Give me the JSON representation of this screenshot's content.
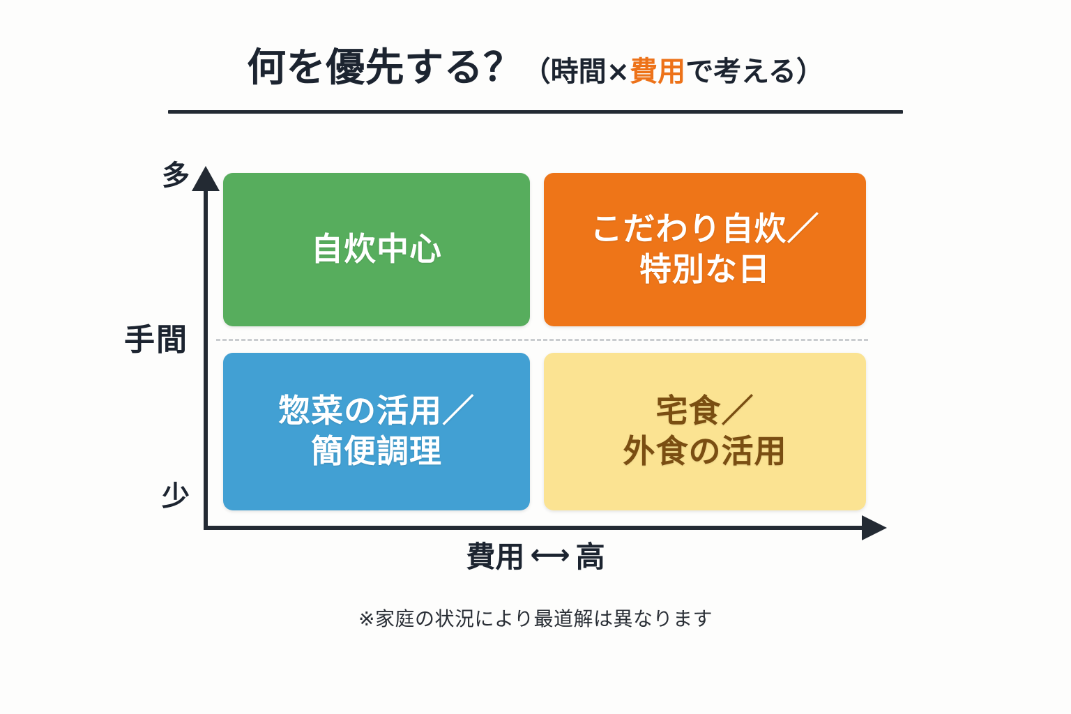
{
  "title": {
    "main": "何を優先する？",
    "sub_open": "（時間×",
    "sub_accent": "費用",
    "sub_close": "で考える）",
    "accent_color": "#ED7219",
    "rule_color": "#232A33"
  },
  "axes": {
    "y_top_label": "多",
    "y_mid_label": "手間",
    "y_bottom_label": "少",
    "x_label_left": "費用",
    "x_arrow": "⟷",
    "x_label_right": "高",
    "axis_color": "#232A33",
    "divider_style": "dashed",
    "divider_color": "#C9CCCF"
  },
  "quadrants": [
    {
      "id": "top-left",
      "name": "high-effort-low-cost",
      "label": "自炊中心",
      "bg": "#57AD5D",
      "fg": "#FFFFFF"
    },
    {
      "id": "top-right",
      "name": "high-effort-high-cost",
      "label": "こだわり自炊／\n特別な日",
      "bg": "#EE7518",
      "fg": "#FFFFFF"
    },
    {
      "id": "bottom-left",
      "name": "low-effort-low-cost",
      "label": "惣菜の活用／\n簡便調理",
      "bg": "#42A0D3",
      "fg": "#FFFFFF"
    },
    {
      "id": "bottom-right",
      "name": "low-effort-high-cost",
      "label": "宅食／\n外食の活用",
      "bg": "#FBE392",
      "fg": "#7A4E12"
    }
  ],
  "footnote": "※家庭の状況により最道解は異なります",
  "chart_data": {
    "type": "scatter",
    "title": "何を優先する？（時間×費用で考える）",
    "xlabel": "費用 ⟷ 高",
    "ylabel": "手間",
    "x_axis_ticks": [
      "費用",
      "高"
    ],
    "y_axis_ticks": [
      "少",
      "多"
    ],
    "grid": false,
    "legend": "none",
    "quadrant_matrix": [
      {
        "x": "low",
        "y": "high",
        "label": "自炊中心",
        "color": "#57AD5D"
      },
      {
        "x": "high",
        "y": "high",
        "label": "こだわり自炊／特別な日",
        "color": "#EE7518"
      },
      {
        "x": "low",
        "y": "low",
        "label": "惣菜の活用／簡便調理",
        "color": "#42A0D3"
      },
      {
        "x": "high",
        "y": "low",
        "label": "宅食／外食の活用",
        "color": "#FBE392"
      }
    ],
    "annotation": "※家庭の状況により最道解は異なります"
  }
}
